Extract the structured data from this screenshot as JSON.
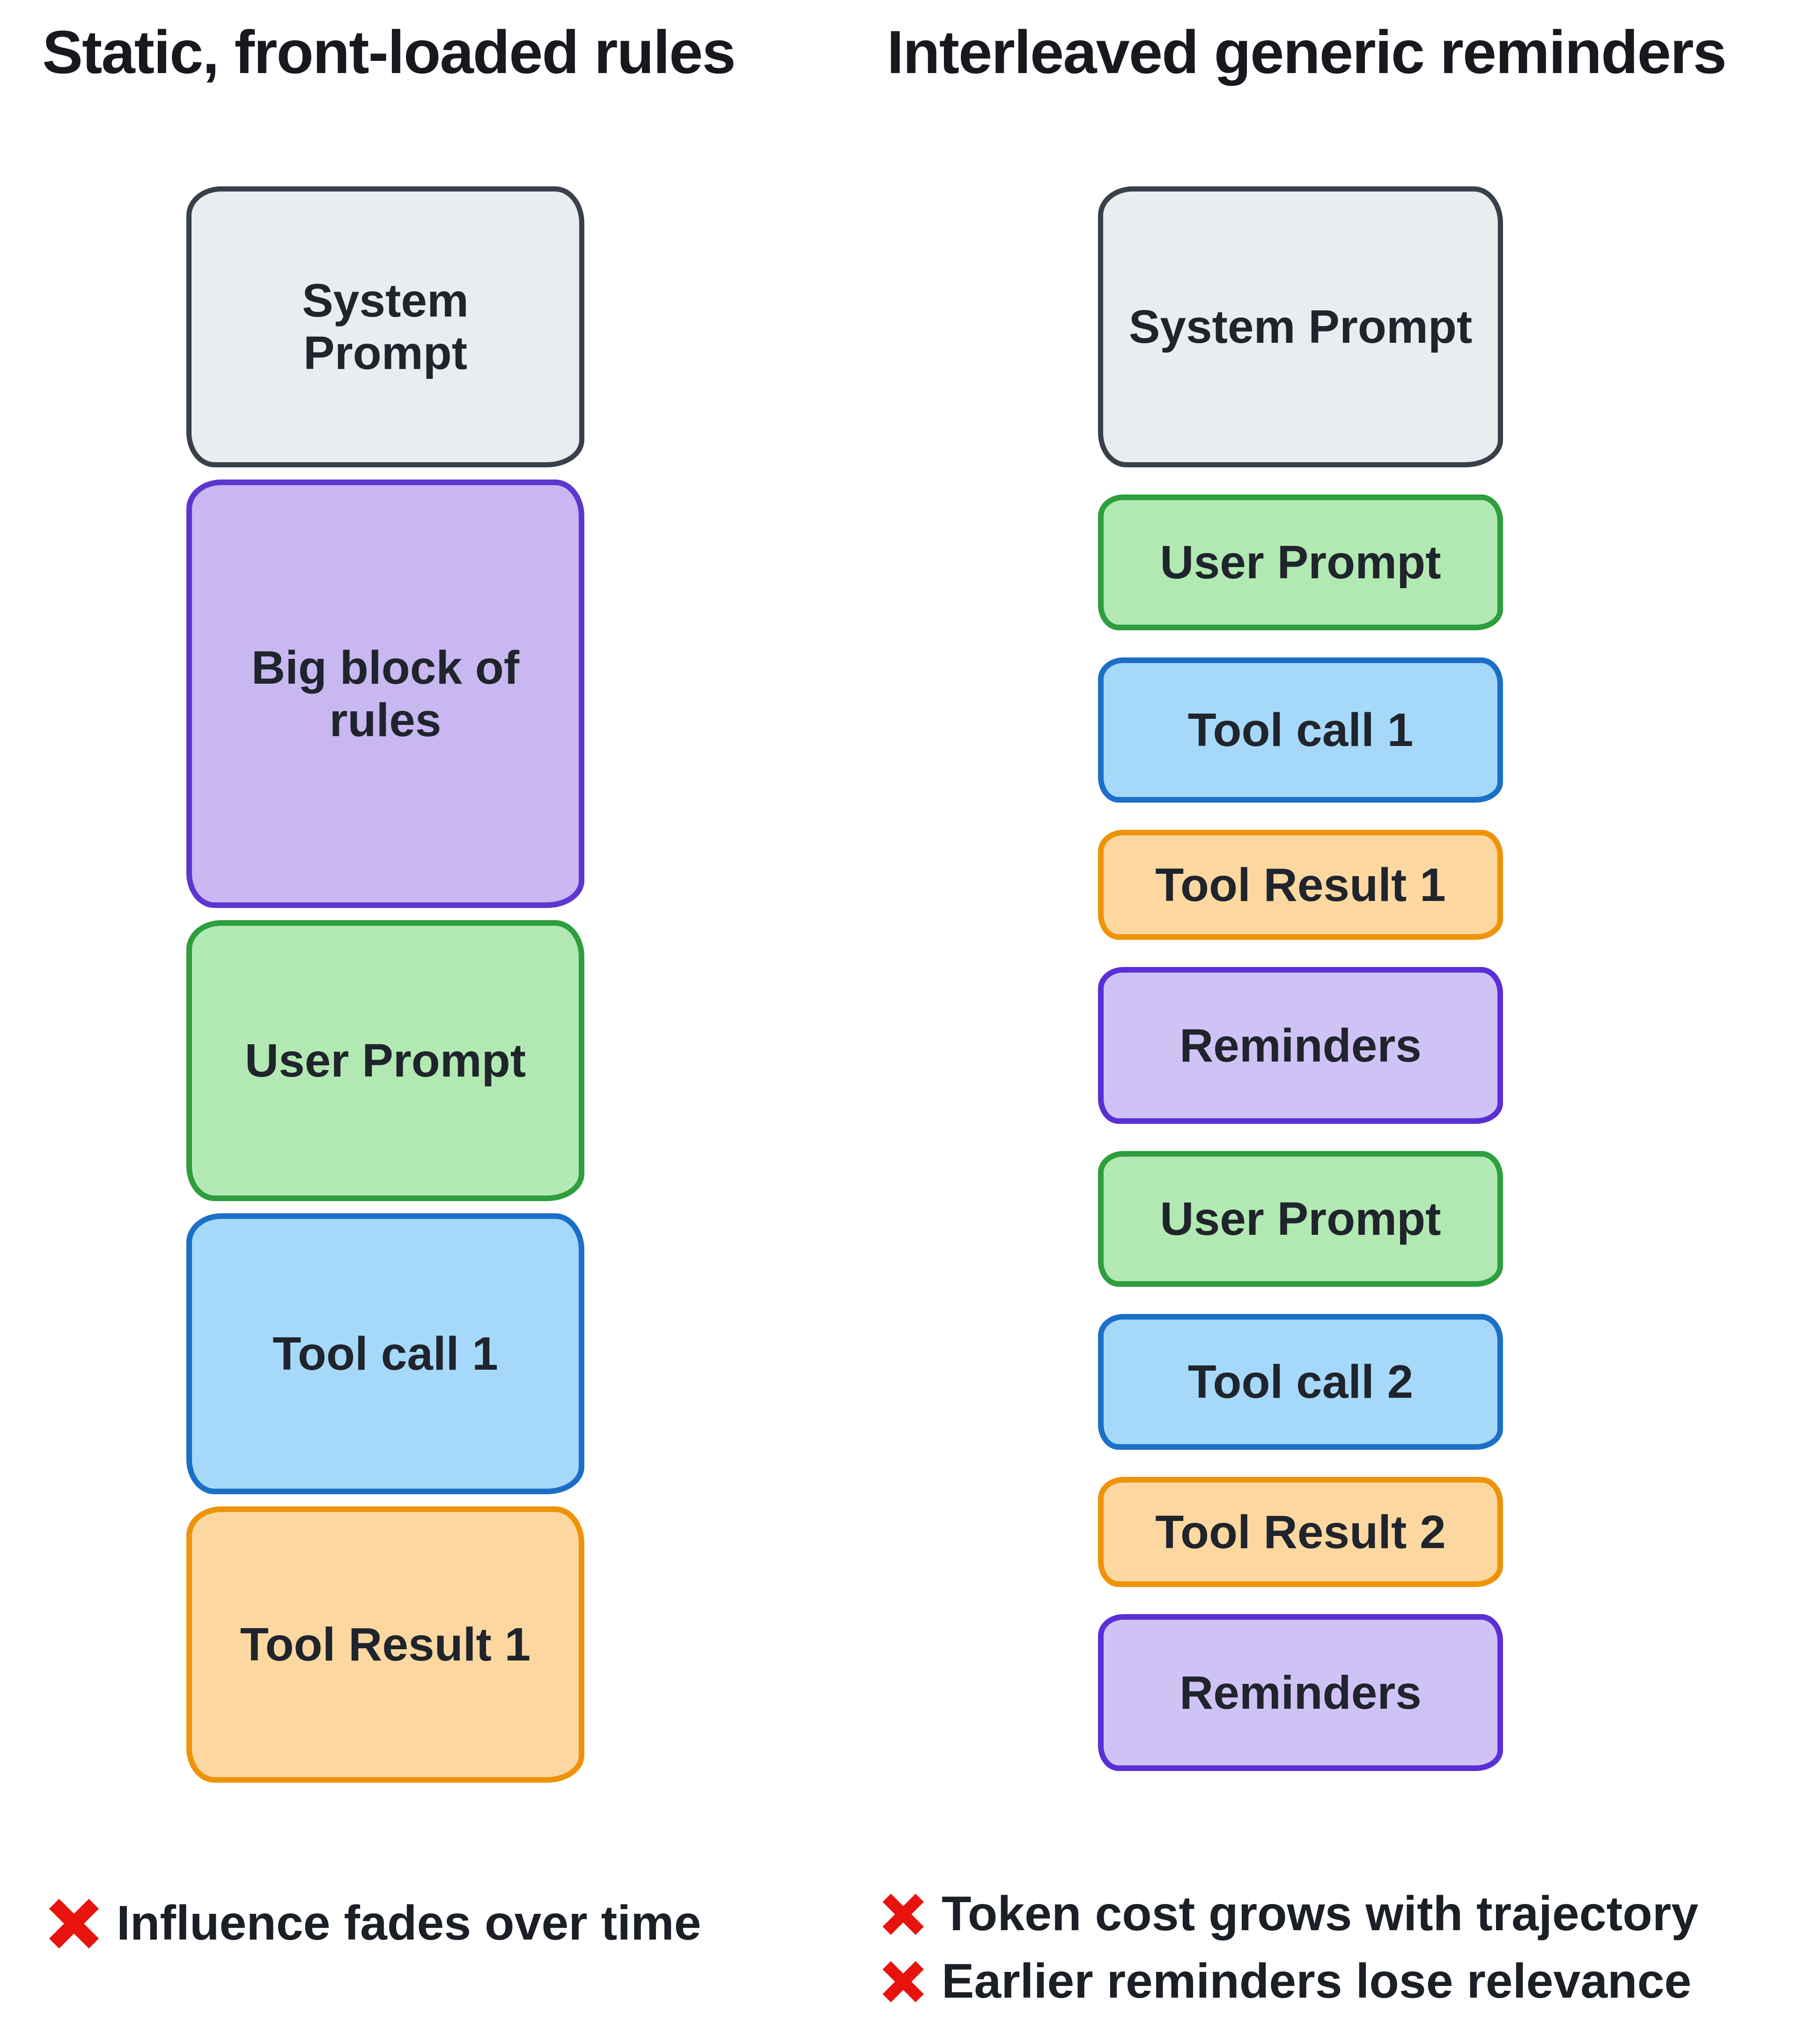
{
  "left_column": {
    "title": "Static, front-loaded rules",
    "boxes": [
      {
        "label": "System Prompt",
        "type": "system-prompt"
      },
      {
        "label": "Big block of rules",
        "type": "rules-block"
      },
      {
        "label": "User Prompt",
        "type": "user-prompt"
      },
      {
        "label": "Tool call 1",
        "type": "tool-call"
      },
      {
        "label": "Tool Result 1",
        "type": "tool-result"
      }
    ],
    "drawbacks": [
      {
        "icon": "x-mark",
        "text": "Influence fades over time"
      }
    ]
  },
  "right_column": {
    "title": "Interleaved generic reminders",
    "boxes": [
      {
        "label": "System Prompt",
        "type": "system-prompt"
      },
      {
        "label": "User Prompt",
        "type": "user-prompt"
      },
      {
        "label": "Tool call 1",
        "type": "tool-call"
      },
      {
        "label": "Tool Result 1",
        "type": "tool-result"
      },
      {
        "label": "Reminders",
        "type": "reminders"
      },
      {
        "label": "User Prompt",
        "type": "user-prompt"
      },
      {
        "label": "Tool call 2",
        "type": "tool-call"
      },
      {
        "label": "Tool Result 2",
        "type": "tool-result"
      },
      {
        "label": "Reminders",
        "type": "reminders"
      }
    ],
    "drawbacks": [
      {
        "icon": "x-mark",
        "text": "Token cost grows with trajectory"
      },
      {
        "icon": "x-mark",
        "text": "Earlier reminders lose relevance"
      }
    ]
  },
  "icons": {
    "x_mark": "✖"
  },
  "colors": {
    "background": "#ffffff",
    "title_text": "#17191e",
    "box_text": "#20242c",
    "system_fill": "#e9edf0",
    "system_border": "#39404a",
    "rules_fill": "#c8b7f1",
    "rules_border": "#5d36d0",
    "reminders_fill": "#cfc3f6",
    "reminders_border": "#5a2fd6",
    "user_fill": "#b2e9b2",
    "user_border": "#2e9e3e",
    "tool_call_fill": "#a6d9f9",
    "tool_call_border": "#1b6fc7",
    "tool_result_fill": "#fcd8a0",
    "tool_result_border": "#ee9309",
    "x_mark_red": "#e8130d"
  }
}
